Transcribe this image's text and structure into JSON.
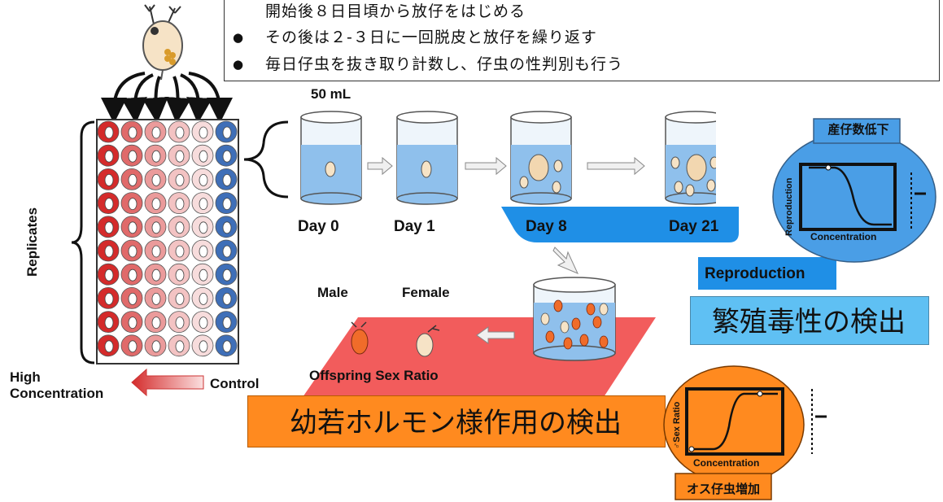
{
  "notes": [
    {
      "bullet": "",
      "text": "開始後８日目頃から放仔をはじめる"
    },
    {
      "bullet": "●",
      "text": "その後は２-３日に一回脱皮と放仔を繰り返す"
    },
    {
      "bullet": "●",
      "text": "毎日仔虫を抜き取り計数し、仔虫の性判別も行う"
    }
  ],
  "volume_label": "50 mL",
  "days": [
    "Day 0",
    "Day 1",
    "Day 8",
    "Day 21"
  ],
  "replicates_label": "Replicates",
  "high_label": "High",
  "concentration_label": "Concentration",
  "control_label": "Control",
  "reproduction_label": "Reproduction",
  "reproduction_box_ja": "繁殖毒性の検出",
  "male_label": "Male",
  "female_label": "Female",
  "offspring_label": "Offspring Sex Ratio",
  "juvenile_box_ja": "幼若ホルモン様作用の検出",
  "graph_top": {
    "title": "産仔数低下",
    "ylabel": "Reproduction",
    "xlabel": "Concentration"
  },
  "graph_bottom": {
    "title": "オス仔虫増加",
    "ylabel": "♂Sex Ratio",
    "xlabel": "Concentration"
  },
  "colors": {
    "red_col": "#d42b2b",
    "light_red": "#e06a6a",
    "pink": "#eb9b9b",
    "pale_pink": "#f3c3c3",
    "very_pale": "#f7dcdc",
    "blue": "#3f6fb8",
    "water": "#8fc0ec",
    "reproduction_bar": "#1f8fe6",
    "sex_ratio_area": "#f25c5c",
    "orange_box": "#ff8a1f",
    "graph_blue": "#4a9ee6",
    "graph_orange": "#ff8a1f"
  }
}
